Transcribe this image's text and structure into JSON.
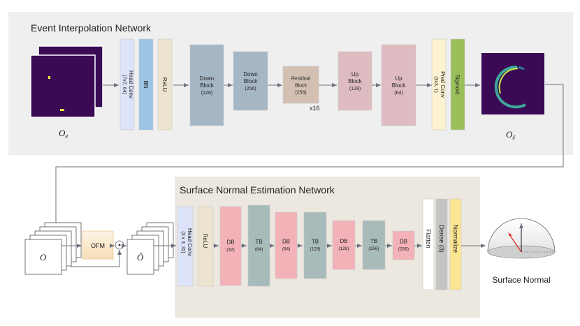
{
  "top_network": {
    "title": "Event Interpolation Network",
    "input_label": "O",
    "input_sub": "e",
    "output_label": "O",
    "output_sub": "ê",
    "blocks": [
      {
        "line1": "Head Conv",
        "line2": "(7x7, 64)",
        "color": "#dde3f8"
      },
      {
        "line1": "BN",
        "line2": "",
        "color": "#9cc3e4"
      },
      {
        "line1": "ReLU",
        "line2": "",
        "color": "#ede4cf"
      },
      {
        "line1": "Down",
        "line2": "Block",
        "line3": "(128)",
        "color": "#a5b6c5"
      },
      {
        "line1": "Down",
        "line2": "Block",
        "line3": "(256)",
        "color": "#a5b6c5"
      },
      {
        "line1": "Residual",
        "line2": "Block",
        "line3": "(256)",
        "color": "#d4c0b2"
      },
      {
        "line1": "Up",
        "line2": "Block",
        "line3": "(128)",
        "color": "#dfbcc1"
      },
      {
        "line1": "Up",
        "line2": "Block",
        "line3": "(64)",
        "color": "#dfbcc1"
      },
      {
        "line1": "Pred Conv",
        "line2": "(3x3, 1)",
        "color": "#fdf3d2"
      },
      {
        "line1": "Sigmoid",
        "line2": "",
        "color": "#9bbf5a"
      }
    ],
    "repeat": "x16"
  },
  "bottom_network": {
    "title": "Surface Normal Estimation Network",
    "input_label": "O",
    "ofm_label": "OFM",
    "mult_symbol": "⊙",
    "hat_label": "Ô",
    "blocks": [
      {
        "line1": "Head Conv",
        "line2": "(3 x 3, 32)",
        "color": "#dde3f8"
      },
      {
        "line1": "ReLU",
        "line2": "",
        "color": "#ede4cf"
      },
      {
        "line1": "DB",
        "line2": "(32)",
        "color": "#f2b2b8"
      },
      {
        "line1": "TB",
        "line2": "(64)",
        "color": "#a8bbbb"
      },
      {
        "line1": "DB",
        "line2": "(64)",
        "color": "#f2b2b8"
      },
      {
        "line1": "TB",
        "line2": "(128)",
        "color": "#a8bbbb"
      },
      {
        "line1": "DB",
        "line2": "(128)",
        "color": "#f2b2b8"
      },
      {
        "line1": "TB",
        "line2": "(256)",
        "color": "#a8bbbb"
      },
      {
        "line1": "DB",
        "line2": "(256)",
        "color": "#f2b2b8"
      },
      {
        "line1": "Flatten",
        "line2": "",
        "color": "#ffffff"
      },
      {
        "line1": "Dense (3)",
        "line2": "",
        "color": "#c4c4c4"
      },
      {
        "line1": "Normalize",
        "line2": "",
        "color": "#fde691"
      }
    ],
    "output_label": "Surface Normal"
  },
  "colors": {
    "top_panel": "#efefef",
    "bottom_panel": "#ece8df",
    "event_frame": "#3b0a55",
    "arrow": "#6b7380"
  }
}
